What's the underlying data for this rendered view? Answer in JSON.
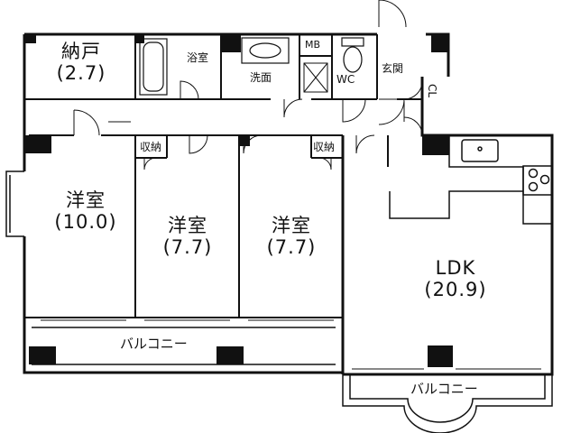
{
  "rooms": {
    "storage": {
      "name": "納戸",
      "area": "(2.7)"
    },
    "bath": "浴室",
    "washroom": "洗面",
    "mb": "MB",
    "wc": "WC",
    "entrance": "玄関",
    "cl": "CL",
    "western1": {
      "name": "洋室",
      "area": "(10.0)"
    },
    "western2": {
      "name": "洋室",
      "area": "(7.7)"
    },
    "western3": {
      "name": "洋室",
      "area": "(7.7)"
    },
    "ldk": {
      "name": "LDK",
      "area": "(20.9)"
    },
    "closet_a": "収納",
    "closet_b": "収納",
    "balcony_left": "バルコニー",
    "balcony_right": "バルコニー"
  }
}
